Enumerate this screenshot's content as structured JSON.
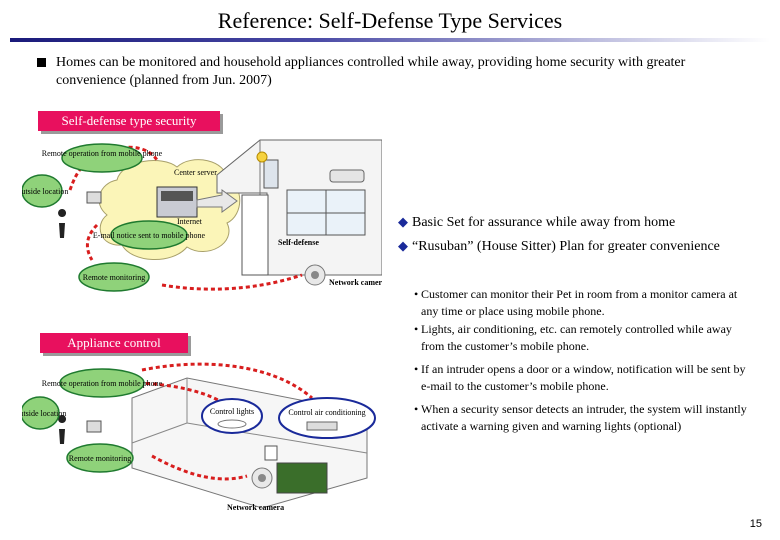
{
  "slide": {
    "title": "Reference: Self-Defense Type Services",
    "main_bullet": "Homes can be monitored and household appliances controlled while away, providing home security with greater convenience (planned from Jun. 2007)",
    "page_number": "15"
  },
  "colors": {
    "accent": "#e8105e",
    "title_rule": "#1a1a7a",
    "bubble_fill": "#8fd27a",
    "bubble_border": "#1f7a2f",
    "arrow": "#d81e1e"
  },
  "security_diagram": {
    "label": "Self-defense type security",
    "remote_operation": "Remote operation from mobile phone",
    "outside_location": "Outside location",
    "center_server": "Center server",
    "internet": "Internet",
    "email_notice": "E-mail notice sent to mobile phone",
    "remote_monitoring": "Remote monitoring",
    "self_defense": "Self-defense",
    "network_camera": "Network camera"
  },
  "appliance_diagram": {
    "label": "Appliance control",
    "remote_operation": "Remote operation from mobile phone",
    "outside_location": "Outside location",
    "remote_monitoring": "Remote monitoring",
    "control_lights": "Control lights",
    "control_air": "Control air conditioning",
    "network_camera": "Network camera"
  },
  "plans": [
    "Basic Set for assurance while away from home",
    "“Rusuban” (House Sitter) Plan for greater convenience"
  ],
  "details": [
    "Customer can monitor their Pet in room from a monitor camera at any time or place using mobile phone.",
    "Lights, air conditioning, etc. can remotely controlled while away from the customer’s mobile phone.",
    "If an intruder opens a door or a window, notification will be sent by e-mail to the customer’s mobile phone.",
    "When a security sensor detects an intruder, the system will instantly activate a warning given and warning lights (optional)"
  ]
}
